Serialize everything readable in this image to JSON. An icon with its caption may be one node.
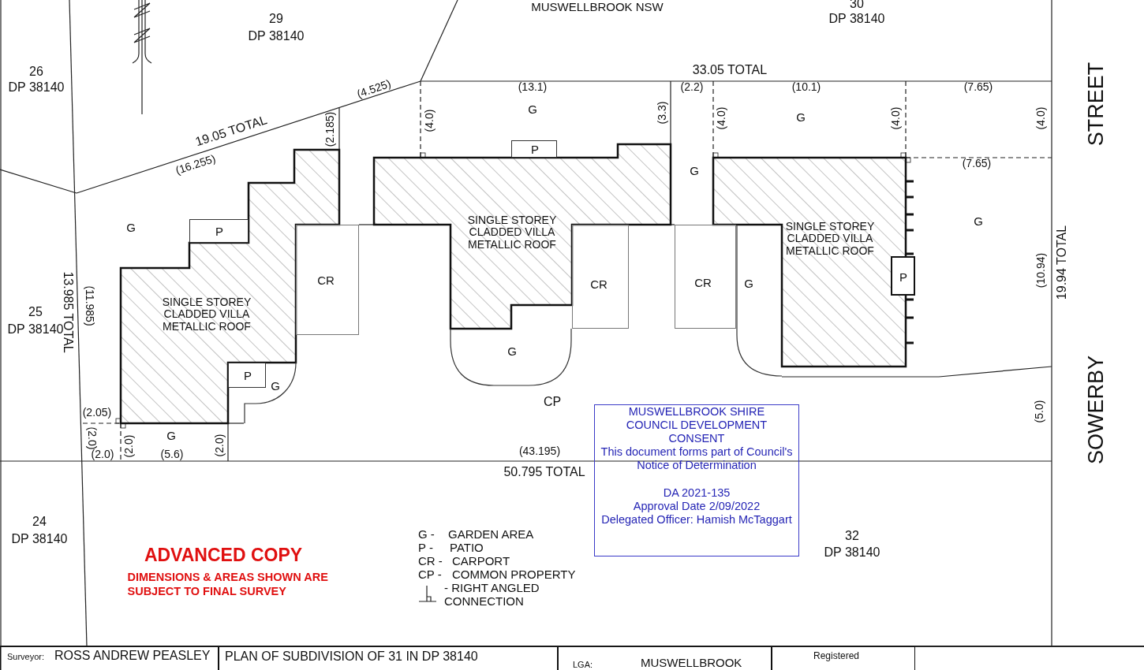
{
  "diagram": {
    "nodes": [
      {
        "text": [
          "SINGLE STOREY CLADDED VILLA METALLIC ROOF"
        ]
      },
      {
        "text": [
          "SINGLE STOREY CLADDED VILLA METALLIC ROOF"
        ]
      },
      {
        "text": [
          "SINGLE STOREY CLADDED VILLA METALLIC ROOF"
        ]
      },
      {
        "text": [
          "P"
        ]
      },
      {
        "text": [
          "P"
        ]
      },
      {
        "text": [
          "P"
        ]
      },
      {
        "text": [
          "P"
        ]
      },
      {
        "text": [
          "CR"
        ]
      },
      {
        "text": [
          "CR"
        ]
      },
      {
        "text": [
          "CR"
        ]
      },
      {
        "text": [
          "G"
        ]
      },
      {
        "text": [
          "G"
        ]
      },
      {
        "text": [
          "G"
        ]
      },
      {
        "text": [
          "MUSWELLBROOK SHIRE COUNCIL DEVELOPMENT CONSENT",
          "This document forms part of Council's Notice of Determination",
          "DA 2021-135",
          "Approval Date 2/09/2022",
          "Delegated Officer: Hamish McTaggart"
        ]
      },
      {
        "text": [
          "Surveyor:",
          "ROSS ANDREW PEASLEY"
        ]
      },
      {
        "text": [
          "PLAN OF SUBDIVISION OF 31 IN DP 38140"
        ]
      },
      {
        "text": [
          "LGA:",
          "MUSWELLBROOK"
        ]
      },
      {
        "text": [
          "Registered"
        ]
      }
    ],
    "edges": [],
    "labels": [
      "MUSWELLBROOK NSW",
      "29",
      "DP 38140",
      "30",
      "DP 38140",
      "26",
      "DP 38140",
      "33.05 TOTAL",
      "(13.1)",
      "(2.2)",
      "(10.1)",
      "(7.65)",
      "STREET",
      "(4.525)",
      "(4.0)",
      "G",
      "(3.3)",
      "(4.0)",
      "G",
      "(4.0)",
      "(4.0)",
      "19.05 TOTAL",
      "(2.185)",
      "(16.255)",
      "(7.65)",
      "G",
      "G",
      "G",
      "25",
      "DP 38140",
      "13.985 TOTAL",
      "(11.985)",
      "(10.94)",
      "19.94 TOTAL",
      "CP",
      "SOWERBY",
      "(2.05)",
      "(5.0)",
      "(2.0)",
      "(2.0)",
      "G",
      "(2.0)",
      "(2.0)",
      "(5.6)",
      "(43.195)",
      "50.795 TOTAL",
      "24",
      "DP 38140",
      "32",
      "DP 38140",
      "ADVANCED COPY",
      "DIMENSIONS & AREAS SHOWN ARE SUBJECT TO FINAL SURVEY",
      "G -",
      "GARDEN AREA",
      "P -",
      "PATIO",
      "CR -",
      "CARPORT",
      "CP -",
      "COMMON PROPERTY"
    ],
    "legend": [
      {
        "text": "- RIGHT ANGLED CONNECTION"
      }
    ]
  }
}
